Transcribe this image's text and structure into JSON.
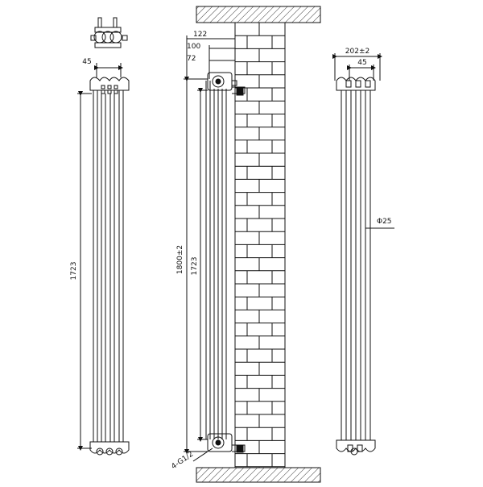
{
  "dimensions": {
    "front_width": "45",
    "front_height": "1723",
    "side_offset_1": "122",
    "side_offset_2": "100",
    "side_offset_3": "72",
    "side_total_height": "1800±2",
    "side_height": "1723",
    "connection": "4-G1/2",
    "rear_depth": "202±2",
    "rear_width": "45",
    "tube_diameter": "Φ25"
  },
  "colors": {
    "line": "#111111",
    "hatch": "#333333",
    "background": "#ffffff"
  }
}
